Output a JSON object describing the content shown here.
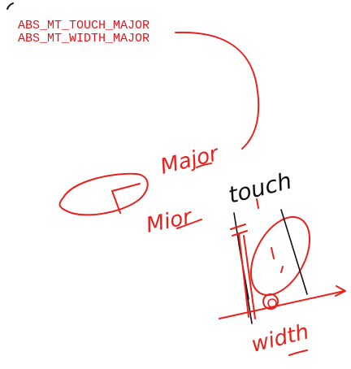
{
  "code_lines": [
    "ABS_MT_TOUCH_MAJOR",
    "ABS_MT_WIDTH_MAJOR"
  ],
  "labels": {
    "major": "Major",
    "minor": "Mior",
    "touch": "touch",
    "width": "width"
  },
  "colors": {
    "ink_red": "#e8211c",
    "ink_black": "#111111",
    "code_red": "#e0141a"
  }
}
